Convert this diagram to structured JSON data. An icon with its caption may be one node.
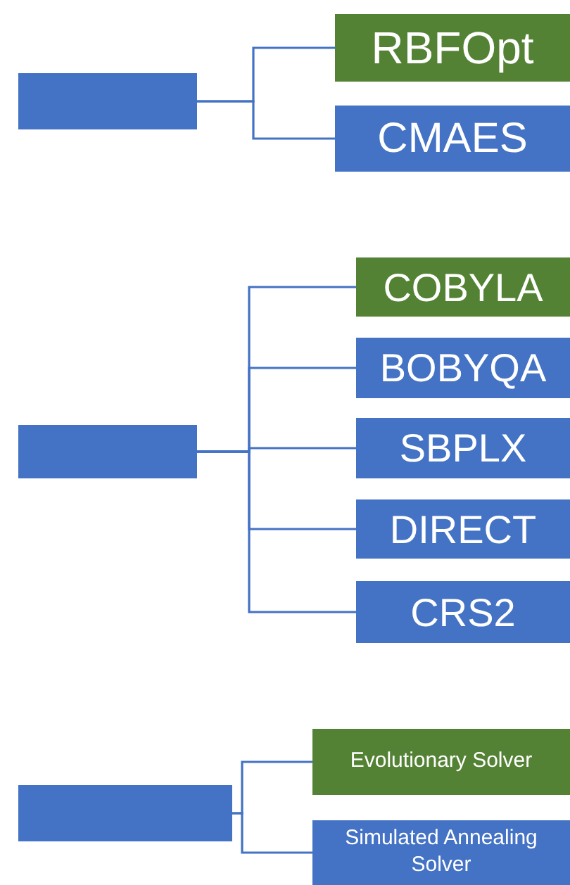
{
  "diagram": {
    "nodes": [
      {
        "text": [],
        "shape": "box"
      },
      {
        "text": [
          "RBFOpt"
        ]
      },
      {
        "text": [
          "CMAES"
        ]
      },
      {
        "text": [],
        "shape": "box"
      },
      {
        "text": [
          "COBYLA"
        ]
      },
      {
        "text": [
          "BOBYQA"
        ]
      },
      {
        "text": [
          "SBPLX"
        ]
      },
      {
        "text": [
          "DIRECT"
        ]
      },
      {
        "text": [
          "CRS2"
        ]
      },
      {
        "text": [],
        "shape": "box"
      },
      {
        "text": [
          "Evolutionary Solver"
        ]
      },
      {
        "text": [
          "Simulated Annealing Solver"
        ]
      }
    ],
    "edges": [
      {
        "from": 0,
        "to": 1,
        "arrow": "none"
      },
      {
        "from": 0,
        "to": 2,
        "arrow": "none"
      },
      {
        "from": 3,
        "to": 4,
        "arrow": "none"
      },
      {
        "from": 3,
        "to": 5,
        "arrow": "none"
      },
      {
        "from": 3,
        "to": 6,
        "arrow": "none"
      },
      {
        "from": 3,
        "to": 7,
        "arrow": "none"
      },
      {
        "from": 3,
        "to": 8,
        "arrow": "none"
      },
      {
        "from": 9,
        "to": 10,
        "arrow": "none"
      },
      {
        "from": 9,
        "to": 11,
        "arrow": "none"
      }
    ]
  }
}
